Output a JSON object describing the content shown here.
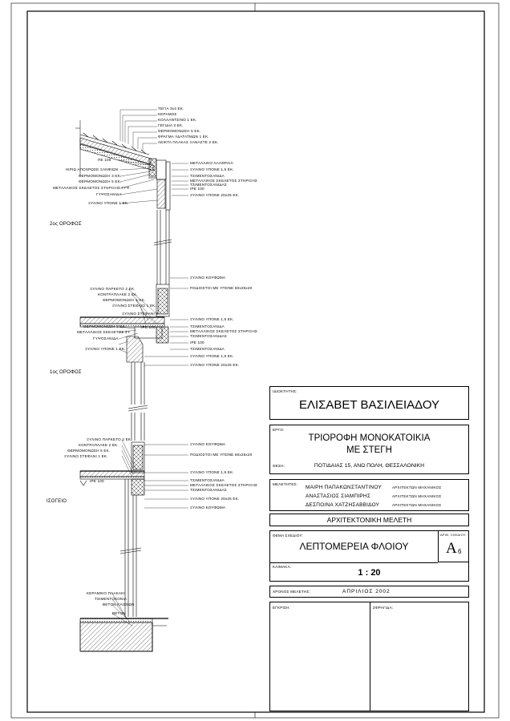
{
  "detail": {
    "levels": {
      "floor2": "2ος ΟΡΟΦΟΣ",
      "floor1": "1ος ΟΡΟΦΟΣ",
      "ground": "ΙΣΟΓΕΙΟ"
    },
    "roof_labels": [
      "ΤΕΓΙΑ 3x4 ΕΚ.",
      "ΚΕΡΑΜΟΣ",
      "ΚΟΛΛΑΝΤΣΙΝΟ 1 ΕΚ.",
      "ΓΕΓΙΔΙΑ 3 ΕΚ.",
      "ΘΕΡΜΟΜΟΝΩΣΗ 5 ΕΚ.",
      "ΦΡΑΓΜΑ ΥΔΑΤΑΤΜΩΝ 1 ΕΚ.",
      "ΑΕΙΚΤΑ ΠΛΑΚΑΣ ΞΑΝΑΣΤΕ 2 ΕΚ."
    ],
    "roof_left": [
      "ΠΕ 100",
      "ΙΚΡΙΩ ΑΠΟΧΡΩΣΕ ΞΑΝΦΙΩΝ",
      "ΘΕΡΜΟΜΟΝΩΣΗ 3 ΕΚ.",
      "ΘΕΡΜΟΜΟΝΩΣΗ 5 ΕΚ.",
      "ΜΕΤΑΛΛΙΚΟΣ ΣΚΕΛΕΤΟΣ ΣΤΗΡΙΞΗΣ ΓΥΨ.",
      "ΓΥΨΟΣΑΝΙΔΑ",
      "ΞΥΛΙΝΟ ΥΠΟΝΕ 1 ΕΚ."
    ],
    "roof_right": [
      "ΜΕΤΑΛΛΙΚΟ ΛΑΛΦΡΑΙΑ",
      "ΞΥΛΙΝΟ ΥΠΟΝΕ 1,5 ΕΚ.",
      "ΤΣΙΜΕΝΤΟΣΑΝΙΔΑ",
      "ΜΕΤΑΛΛΙΚΟΣ ΣΚΕΛΕΤΟΣ ΣΤΗΡΙΞΗΣ",
      "ΤΣΙΜΕΝΤΟΣΑΝΙΔΑΣ",
      "IPE 100",
      "ΞΥΛΙΝΟ ΥΠΟΝΕ 20x25 ΕΚ."
    ],
    "floor2_left": [
      "ΞΥΛΙΝΟ ΠΑΡΚΕΤΟ 2 ΕΚ.",
      "ΚΟΝΤΡΑΠΛΑΚΕ 2 ΕΚ.",
      "ΘΕΡΜΟΜΟΝΩΣΗ 5 ΕΚ.",
      "ΞΥΛΙΝΟ ΣΤΕΘΑΙΟ 1 ΕΚ.",
      "ΞΥΛΙΝΟ ΣΤΕΦΑΝΙ 3",
      "ΘΕΡΜΟΜΟΝΩΣΗ 3 ΕΚ.",
      "ΜΕΤΑΛΛΙΚΟΣ ΣΚΕΛΕΤΟΣ ΣΤ.",
      "ΓΥΨΟΣΑΝΙΔΑ",
      "ΞΥΛΙΝΟ ΥΠΟΝΕ 1 ΕΚ."
    ],
    "floor2_right": [
      "ΞΥΛΙΝΟ ΚΟΥΦΩΜΑ",
      "ΠΟΔΙΟΣΤΟΙ ΜΕ ΥΠΟΝΕ 60x25x20",
      "ΞΥΛΙΝΟ ΥΠΟΝΕ 1,5 ΕΚ.",
      "ΤΣΙΜΕΝΤΟΣΑΝΙΔΑ",
      "ΜΕΤΑΛΛΙΚΟΣ ΣΚΕΛΕΤΟΣ ΣΤΗΡΙΞΗΣ",
      "ΤΣΙΜΕΝΤΟΣΑΝΙΔΑΣ",
      "IPE 100",
      "ΤΣΙΜΕΝΤΟΣΑΝΙΔΑ",
      "ΞΥΛΙΝΟ ΥΠΟΝΕ 1,5 ΕΚ.",
      "ΞΥΛΙΝΟ ΥΠΟΝΕ 20x25 ΕΚ."
    ],
    "ipe": "IPE 100",
    "floor1_left": [
      "ΞΥΛΙΝΟ ΠΑΡΚΕΤΟ 2 ΕΚ.",
      "ΚΟΝΤΡΑΠΛΑΚΕ 2 ΕΚ.",
      "ΘΕΡΜΟΜΟΝΩΣΗ 5 ΕΚ.",
      "ΞΥΛΙΝΟ ΣΤΕΦΑΝΙ 1 ΕΚ."
    ],
    "floor1_right": [
      "ΞΥΛΙΝΟ ΚΟΥΦΩΜΑ",
      "ΠΟΔΙΟΣΤΟΙ ΜΕ ΥΠΟΝΕ 60x25x20",
      "ΞΥΛΙΝΟ ΥΠΟΝΕ 1,5 ΕΚ.",
      "ΤΣΙΜΕΝΤΟΣΑΝΙΔΑ",
      "ΜΕΤΑΛΛΙΚΟΣ ΣΚΕΛΕΤΟΣ ΣΤΗΡΙΞΗΣ",
      "ΤΣΙΜΕΝΤΟΣΑΝΙΔΑΣ",
      "ΞΥΛΙΝΟ ΥΠΟΝΕ 20x25 ΕΚ.",
      "ΞΥΛΙΝΟ ΚΟΥΦΩΜΑ"
    ],
    "ground_labels": [
      "ΚΕΡΑΜΙΚΟ ΠΛΑΚΑΚΙ",
      "ΤΣΙΜΕΝΤΟΚΟΝΙΑ",
      "ΒΕΤΟΝ ΚΛΙΣΕΩΝ",
      "ΒΕΤΟΝ"
    ]
  },
  "title_block": {
    "owner_label": "ΙΔΙΟΚΤΗΤΗΣ:",
    "owner": "ΕΛΙΣΑΒΕΤ ΒΑΣΙΛΕΙΑΔΟΥ",
    "project_label": "ΕΡΓΟ:",
    "project_line1": "ΤΡΙΟΡΟΦΗ ΜΟΝΟΚΑΤΟΙΚΙΑ",
    "project_line2": "ΜΕ ΣΤΕΓΗ",
    "location_label": "ΘΕΣΗ:",
    "location": "ΠΟΤΙΔΑΙΑΣ 15, ΑΝΩ ΠΟΛΗ, ΘΕΣΣΑΛΟΝΙΚΗ",
    "designers_label": "ΜΕΛΕΤΗΤΕΣ:",
    "designers": [
      {
        "name": "ΜΑΙΡΗ ΠΑΠΑΚΩΝΣΤΑΝΤΙΝΟΥ",
        "role": "ΑΡΧΙΤΕΚΤΩΝ ΜΗΧΑΝΙΚΟΣ"
      },
      {
        "name": "ΑΝΑΣΤΑΣΙΟΣ ΣΙΑΜΠΙΡΗΣ",
        "role": "ΑΡΧΙΤΕΚΤΩΝ ΜΗΧΑΝΙΚΟΣ"
      },
      {
        "name": "ΔΕΣΠΟΙΝΑ ΧΑΤΖΗΣΑΒΒΙΔΟΥ",
        "role": "ΑΡΧΙΤΕΚΤΩΝ ΜΗΧΑΝΙΚΟΣ"
      }
    ],
    "study_type": "ΑΡΧΙΤΕΚΤΟΝΙΚΗ ΜΕΛΕΤΗ",
    "drawing_label": "ΘΕΜΑ ΣΧΕΔΙΟΥ:",
    "drawing_title": "ΛΕΠΤΟΜΕΡΕΙΑ ΦΛΟΙΟΥ",
    "sheet_no_label": "ΑΡΙΘ. ΣΧΕΔΙΟΥ:",
    "sheet_letter": "A",
    "sheet_number": "6",
    "scale_label": "ΚΛΙΜΑΚΑ:",
    "scale": "1 : 20",
    "date_label": "ΧΡΟΝΟΣ ΜΕΛΕΤΗΣ:",
    "date": "ΑΠΡΙΛΙΟΣ 2002",
    "signature_label": "ΕΓΚΡΙΣΗ:",
    "stamp_label": "ΣΦΡΑΓΙΔΑ:"
  }
}
